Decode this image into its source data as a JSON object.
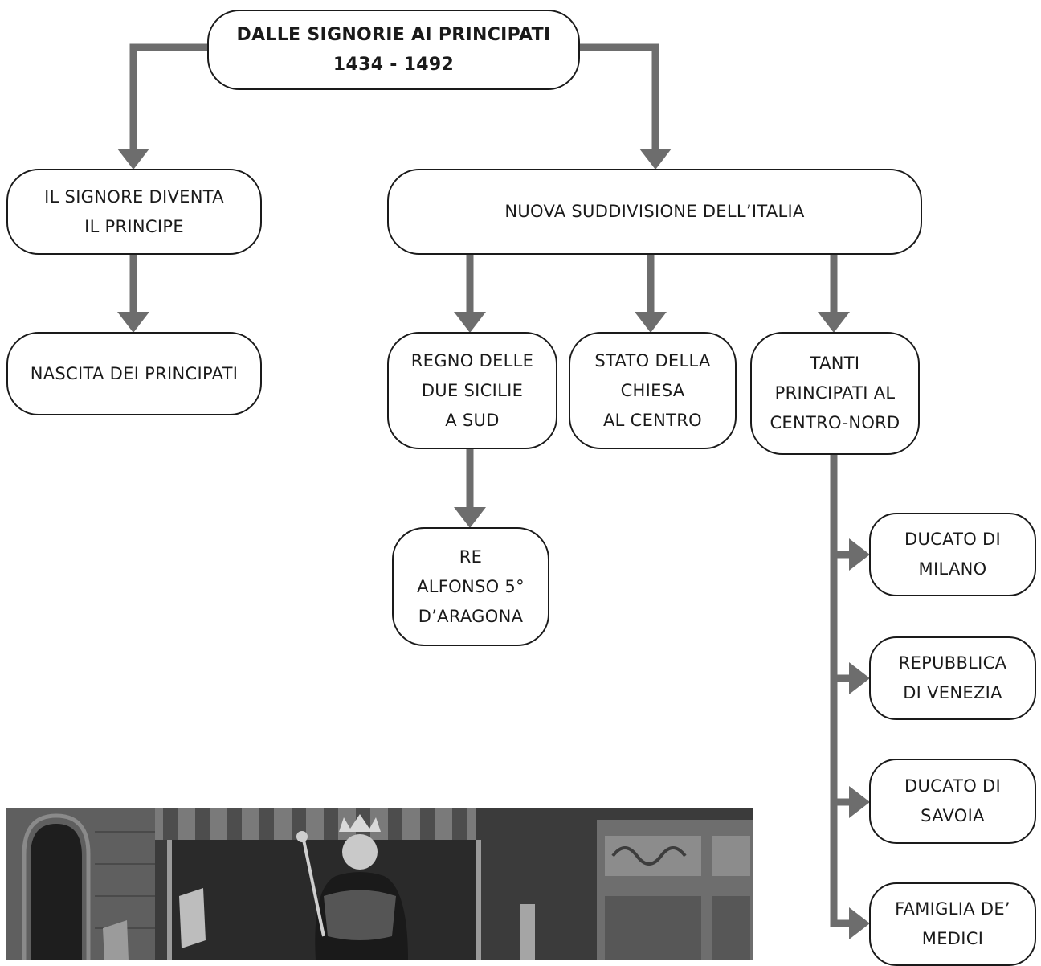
{
  "root": {
    "lines": [
      "DALLE SIGNORIE AI PRINCIPATI",
      "1434 - 1492"
    ]
  },
  "left_branch": {
    "step1": {
      "lines": [
        "IL SIGNORE DIVENTA",
        "IL PRINCIPE"
      ]
    },
    "step2": {
      "lines": [
        "NASCITA DEI PRINCIPATI"
      ]
    }
  },
  "right_branch": {
    "hub": {
      "lines": [
        "NUOVA SUDDIVISIONE DELL’ITALIA"
      ]
    },
    "regions": [
      {
        "lines": [
          "REGNO DELLE",
          "DUE SICILIE",
          "A SUD"
        ]
      },
      {
        "lines": [
          "STATO DELLA",
          "CHIESA",
          "AL CENTRO"
        ]
      },
      {
        "lines": [
          "TANTI",
          "PRINCIPATI AL",
          "CENTRO-NORD"
        ]
      }
    ],
    "south_king": {
      "lines": [
        "RE",
        "ALFONSO 5°",
        "D’ARAGONA"
      ]
    },
    "principalities": [
      {
        "lines": [
          "DUCATO DI",
          "MILANO"
        ]
      },
      {
        "lines": [
          "REPUBBLICA",
          "DI VENEZIA"
        ]
      },
      {
        "lines": [
          "DUCATO DI",
          "SAVOIA"
        ]
      },
      {
        "lines": [
          "FAMIGLIA DE’",
          "MEDICI"
        ]
      }
    ]
  },
  "colors": {
    "connector": "#6d6d6d",
    "box_border": "#1a1a1a",
    "photo_base": "#3b3b3b"
  }
}
